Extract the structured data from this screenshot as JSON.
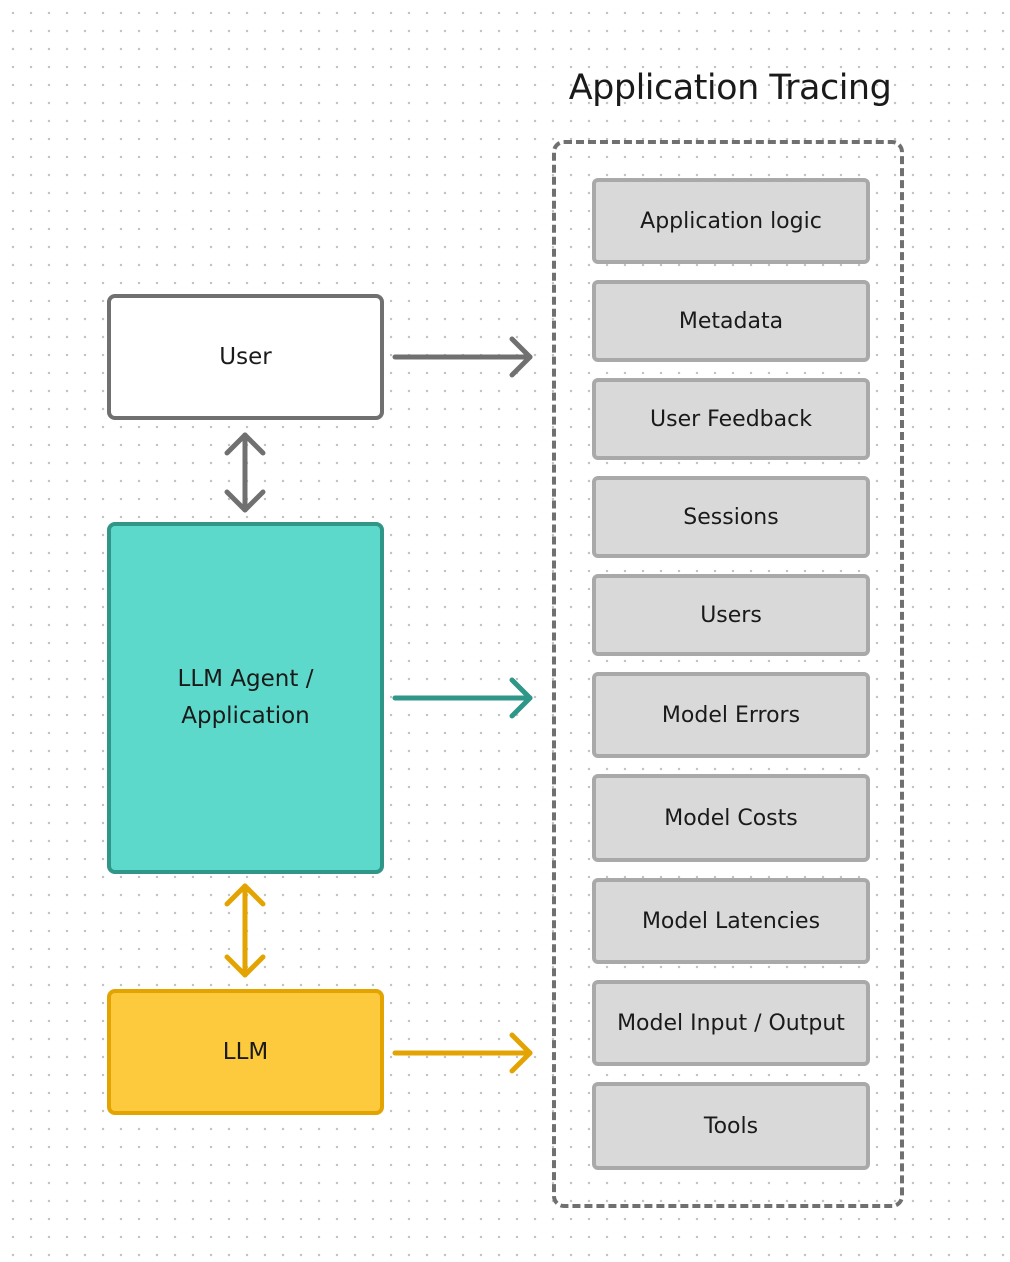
{
  "diagram": {
    "title": "Application Tracing",
    "nodes": {
      "user": "User",
      "agent_line1": "LLM Agent /",
      "agent_line2": "Application",
      "llm": "LLM"
    },
    "tracing_items": [
      "Application logic",
      "Metadata",
      "User Feedback",
      "Sessions",
      "Users",
      "Model Errors",
      "Model Costs",
      "Model Latencies",
      "Model Input / Output",
      "Tools"
    ],
    "colors": {
      "gray_arrow": "#707070",
      "teal_arrow": "#2f9688",
      "gold_arrow": "#e3a300",
      "agent_fill": "#5dd9cb",
      "llm_fill": "#fdca3e",
      "item_fill": "#d9d9d9"
    }
  }
}
